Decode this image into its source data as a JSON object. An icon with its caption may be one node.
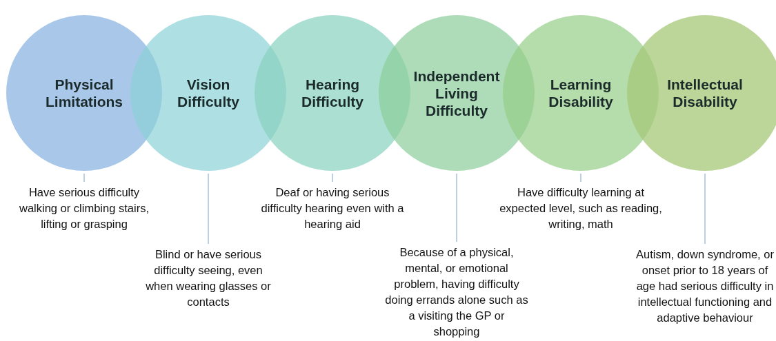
{
  "diagram": {
    "nodes": [
      {
        "text": [
          "Physical Limitations"
        ]
      },
      {
        "text": [
          "Vision Difficulty"
        ]
      },
      {
        "text": [
          "Hearing Difficulty"
        ]
      },
      {
        "text": [
          "Independent Living Difficulty"
        ]
      },
      {
        "text": [
          "Learning Disability"
        ]
      },
      {
        "text": [
          "Intellectual Disability"
        ]
      },
      {
        "text": [
          "Have serious difficulty walking or climbing stairs, lifting or grasping"
        ]
      },
      {
        "text": [
          "Blind or have serious difficulty seeing, even when wearing glasses or contacts"
        ]
      },
      {
        "text": [
          "Deaf or having serious difficulty hearing even with a hearing aid"
        ]
      },
      {
        "text": [
          "Because of a physical, mental, or emotional problem, having difficulty doing errands alone such as a visiting the GP or shopping"
        ]
      },
      {
        "text": [
          "Have difficulty learning at expected level, such as reading, writing, math"
        ]
      },
      {
        "text": [
          "Autism, down syndrome, or onset prior to 18 years of age had serious difficulty in intellectual functioning and adaptive behaviour"
        ]
      }
    ],
    "edges": [
      {
        "from": 0,
        "to": 6,
        "arrow": "none"
      },
      {
        "from": 1,
        "to": 7,
        "arrow": "none"
      },
      {
        "from": 2,
        "to": 8,
        "arrow": "none"
      },
      {
        "from": 3,
        "to": 9,
        "arrow": "none"
      },
      {
        "from": 4,
        "to": 10,
        "arrow": "none"
      },
      {
        "from": 5,
        "to": 11,
        "arrow": "none"
      }
    ]
  }
}
